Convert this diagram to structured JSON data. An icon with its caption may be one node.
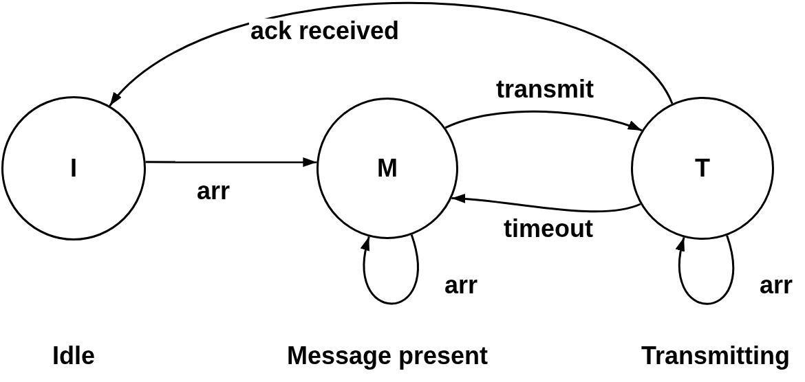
{
  "diagram": {
    "nodes": [
      {
        "text": [
          "I"
        ]
      },
      {
        "text": [
          "M"
        ]
      },
      {
        "text": [
          "T"
        ]
      }
    ],
    "labels": [
      "Idle",
      "Message present",
      "Transmitting"
    ],
    "edges": [
      {
        "from": 0,
        "to": 1,
        "arrow": "to",
        "label": "arr"
      },
      {
        "from": 1,
        "to": 2,
        "arrow": "to",
        "label": "transmit"
      },
      {
        "from": 2,
        "to": 1,
        "arrow": "to",
        "label": "timeout"
      },
      {
        "from": 2,
        "to": 0,
        "arrow": "to",
        "label": "ack received"
      },
      {
        "from": 1,
        "to": 1,
        "arrow": "to",
        "label": "arr"
      },
      {
        "from": 2,
        "to": 2,
        "arrow": "to",
        "label": "arr"
      }
    ]
  }
}
